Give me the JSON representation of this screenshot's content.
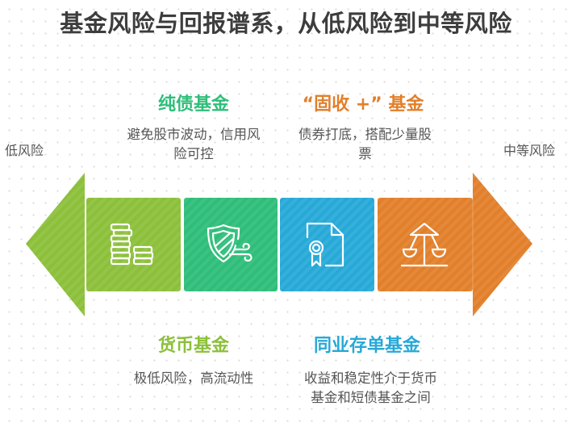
{
  "title": "基金风险与回报谱系，从低风险到中等风险",
  "axis": {
    "left_label": "低风险",
    "right_label": "中等风险"
  },
  "colors": {
    "green": "#8cbf3a",
    "teal": "#2fbd7a",
    "blue": "#27a9d8",
    "orange": "#e27f2b",
    "title": "#3d3d3d",
    "text": "#555555"
  },
  "stages": [
    {
      "name": "货币基金",
      "description": "极低风险，高流动性",
      "icon": "coins-stack-icon",
      "color": "#8cbf3a",
      "position": "bottom"
    },
    {
      "name": "纯债基金",
      "description": "避免股市波动，信用风险可控",
      "icon": "shield-wind-icon",
      "color": "#2fbd7a",
      "position": "top"
    },
    {
      "name": "同业存单基金",
      "description": "收益和稳定性介于货币基金和短债基金之间",
      "icon": "certificate-document-icon",
      "color": "#27a9d8",
      "position": "bottom"
    },
    {
      "name": "“固收 +” 基金",
      "description": "债券打底，搭配少量股票",
      "icon": "carousel-swing-icon",
      "color": "#e27f2b",
      "position": "top"
    }
  ]
}
